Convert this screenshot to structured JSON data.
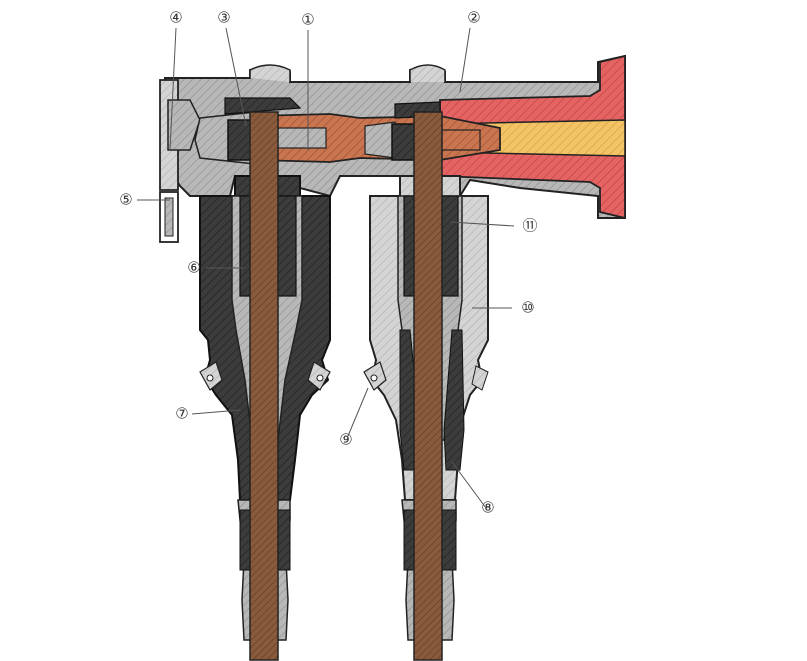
{
  "colors": {
    "background": "#ffffff",
    "housing_gray": "#b4b4b4",
    "housing_dark": "#3a3a3a",
    "conductor_brown": "#8a5a3c",
    "connector_copper": "#c8734f",
    "bushing_red": "#e06060",
    "bushing_core_yellow": "#f0c060",
    "outline": "#222222",
    "callout_line": "#555555"
  },
  "callouts": [
    {
      "id": "1",
      "label": "①"
    },
    {
      "id": "2",
      "label": "②"
    },
    {
      "id": "3",
      "label": "③"
    },
    {
      "id": "4",
      "label": "④"
    },
    {
      "id": "5",
      "label": "⑤"
    },
    {
      "id": "6",
      "label": "⑥"
    },
    {
      "id": "7",
      "label": "⑦"
    },
    {
      "id": "8",
      "label": "⑧"
    },
    {
      "id": "9",
      "label": "⑨"
    },
    {
      "id": "10",
      "label": "⑩"
    },
    {
      "id": "11",
      "label": "⑪"
    }
  ]
}
